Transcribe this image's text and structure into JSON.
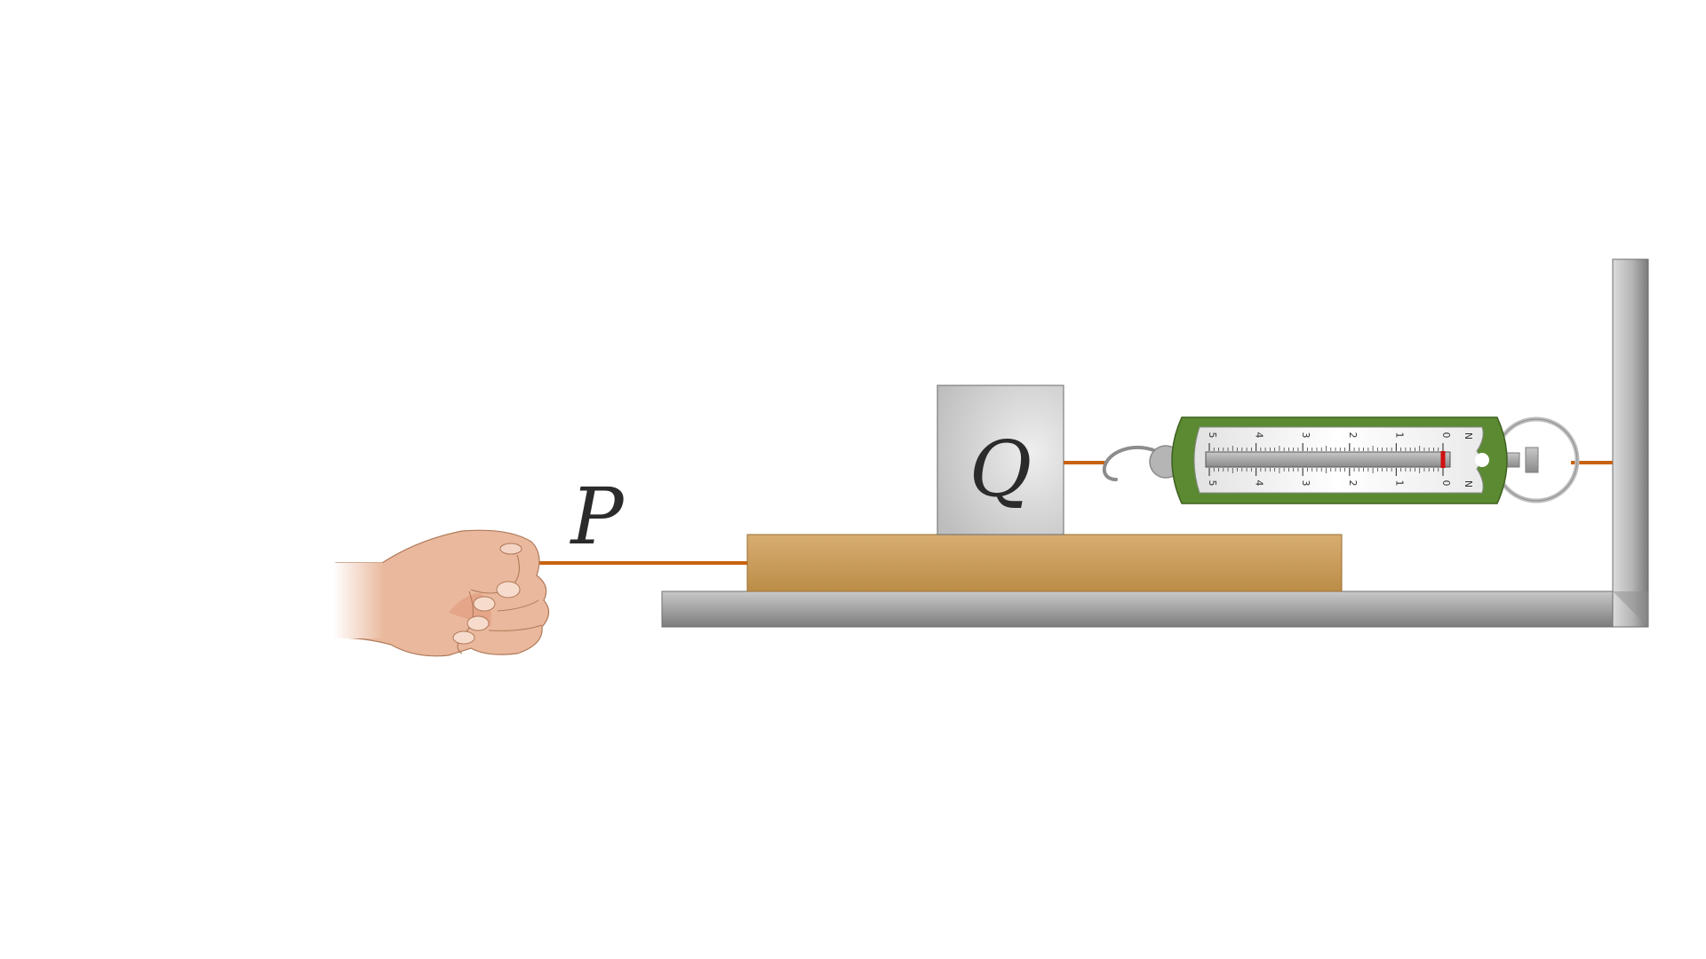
{
  "diagram": {
    "block_p": {
      "label": "P"
    },
    "block_q": {
      "label": "Q"
    },
    "spring_scale": {
      "unit": "N",
      "scale_labels": [
        "0",
        "1",
        "2",
        "3",
        "4",
        "5"
      ],
      "reading_n": 0
    }
  },
  "colors": {
    "string": "#c8620f",
    "spring_scale_body": "#5b8a32",
    "board_p": "#c99b55",
    "block_q": "#cfcfcf",
    "stand": "#9a9a9a",
    "hand_skin": "#eab89c",
    "pointer": "#d01010"
  },
  "icons": {
    "hand": "hand-pulling-icon",
    "hook": "hook-icon",
    "ring": "ring-icon"
  }
}
